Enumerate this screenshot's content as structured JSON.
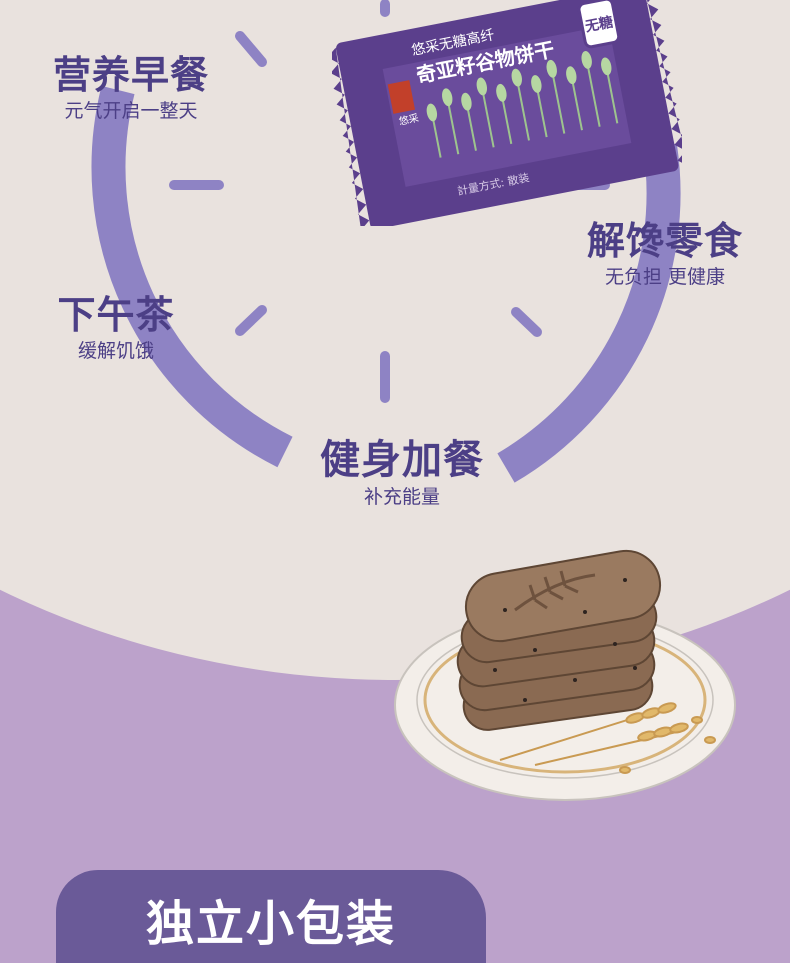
{
  "colors": {
    "lilac_bg": "#bca2cb",
    "cream_bg": "#e9e2de",
    "dial_purple": "#8e83c4",
    "text_purple": "#4c3f86",
    "package_purple": "#5b3f8c",
    "biscuit_brown": "#8a6a52",
    "bottom_box": "#6a5a98"
  },
  "labels": {
    "breakfast": {
      "title": "营养早餐",
      "subtitle": "元气开启一整天"
    },
    "snack": {
      "title": "解馋零食",
      "subtitle": "无负担 更健康"
    },
    "afternoon_tea": {
      "title": "下午茶",
      "subtitle": "缓解饥饿"
    },
    "fitness": {
      "title": "健身加餐",
      "subtitle": "补充能量"
    }
  },
  "package": {
    "brand_small": "悠采无糖高纤",
    "product_name": "奇亚籽谷物饼干",
    "badge": "无糖",
    "logo_text": "悠采",
    "bottom_text": "計量方式: 散装"
  },
  "footer": {
    "title": "独立小包装"
  },
  "illustrations": {
    "clock_dial": "clock-dial-icon",
    "package": "biscuit-package-icon",
    "plate": "biscuit-plate-icon",
    "wheat": "wheat-icon"
  }
}
